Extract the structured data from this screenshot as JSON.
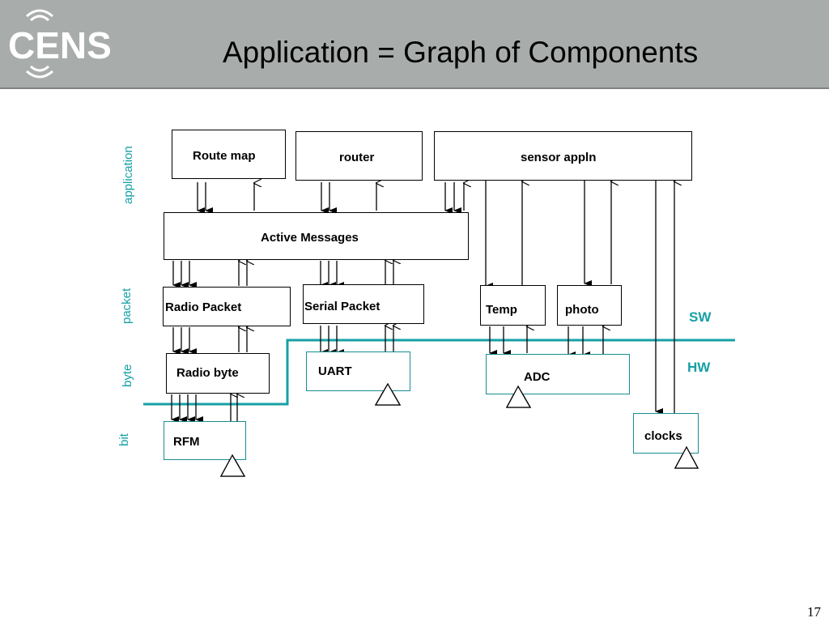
{
  "header": {
    "logo_text": "CENS",
    "title": "Application = Graph of Components"
  },
  "layers": {
    "application": "application",
    "packet": "packet",
    "byte": "byte",
    "bit": "bit"
  },
  "boundary": {
    "sw": "SW",
    "hw": "HW"
  },
  "components": {
    "route_map": "Route map",
    "router": "router",
    "sensor_appln": "sensor appln",
    "active_messages": "Active Messages",
    "radio_packet": "Radio Packet",
    "serial_packet": "Serial Packet",
    "temp": "Temp",
    "photo": "photo",
    "radio_byte": "Radio byte",
    "uart": "UART",
    "adc": "ADC",
    "rfm": "RFM",
    "clocks": "clocks"
  },
  "colors": {
    "accent": "#16a0a6",
    "header_bg": "#a8acab",
    "line": "#000000"
  },
  "footer": {
    "page_number": "17"
  }
}
